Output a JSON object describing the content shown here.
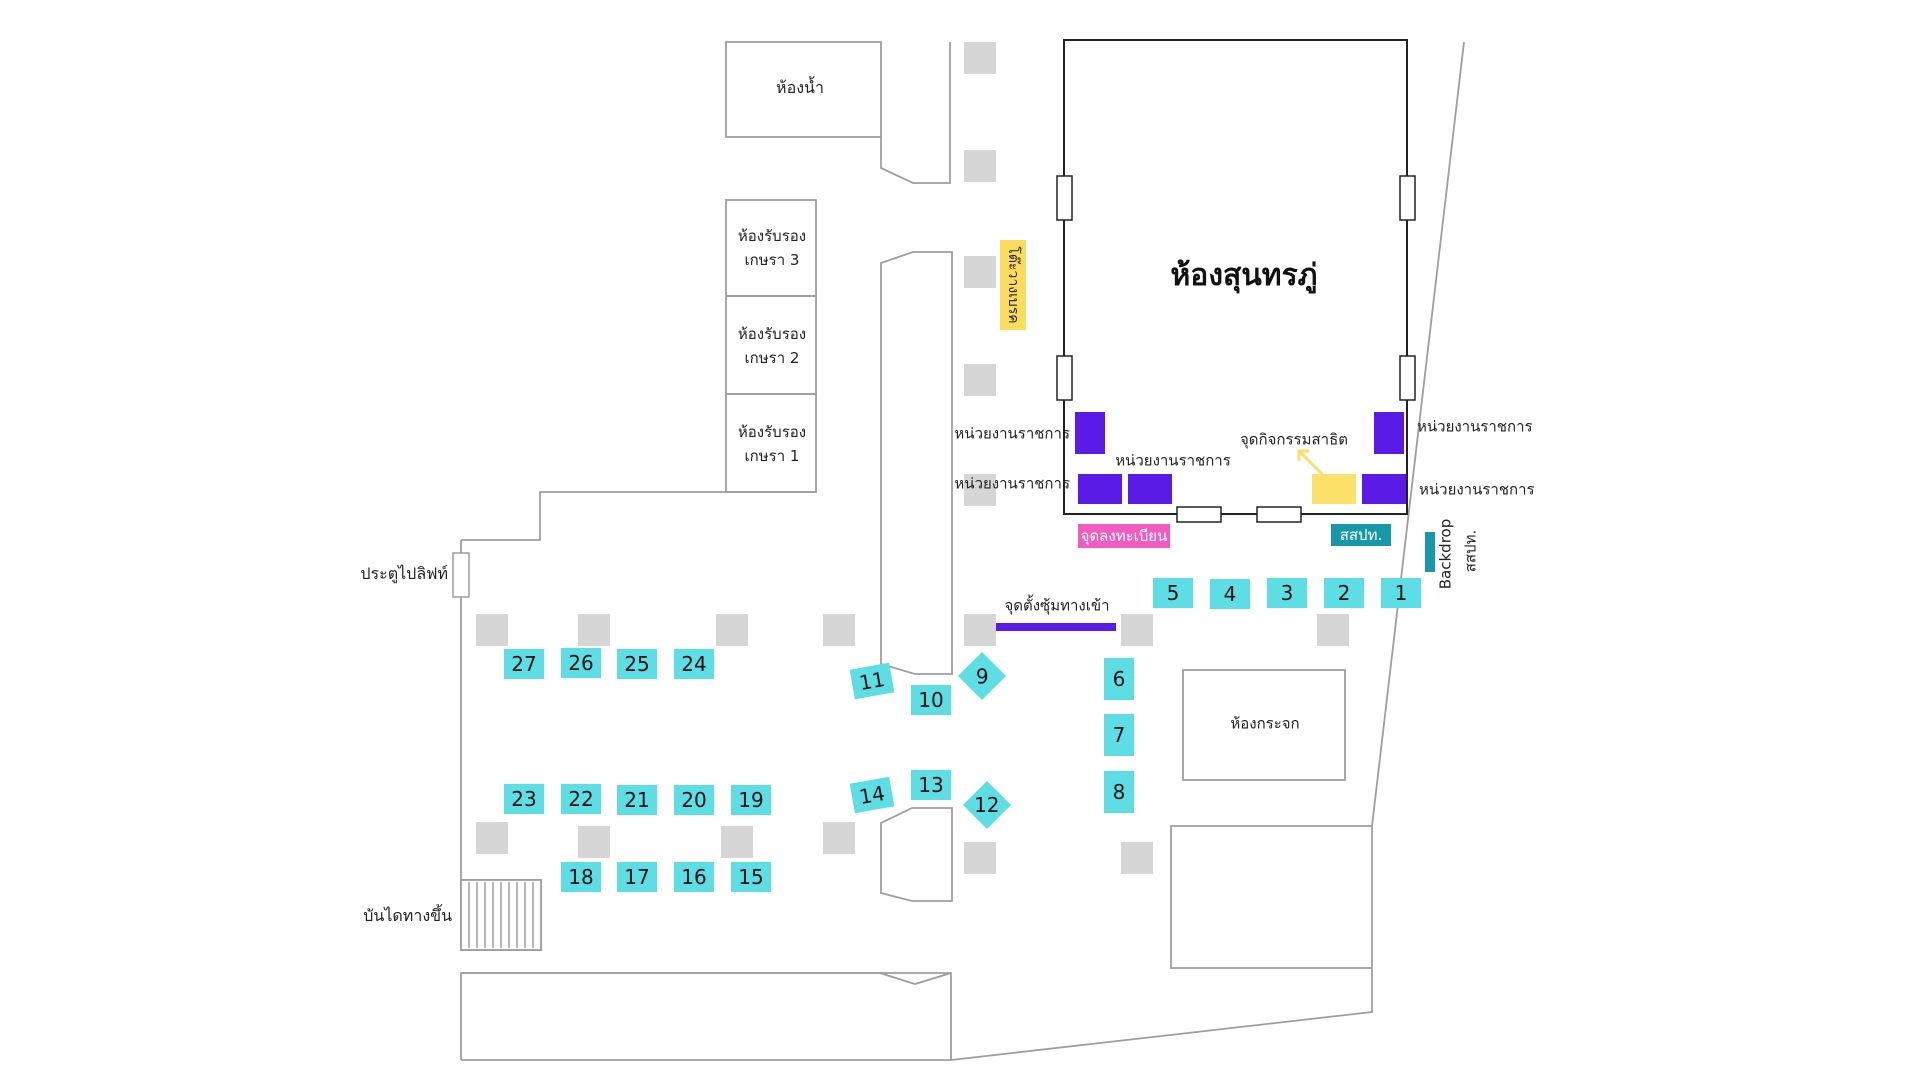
{
  "map": {
    "main_hall": "ห้องสุนทรภู่",
    "restroom": "ห้องน้ำ",
    "reception_rooms": [
      "ห้องรับรอง\nเกษรา 3",
      "ห้องรับรอง\nเกษรา 2",
      "ห้องรับรอง\nเกษรา 1"
    ],
    "glass_room": "ห้องกระจก",
    "break_table": "โต๊ะวางเบรค",
    "lift_door": "ประตูไปลิฟท์",
    "stairs_up": "บันไดทางขึ้น",
    "entrance_arch": "จุดตั้งซุ้มทางเข้า",
    "registration": "จุดลงทะเบียน",
    "demo_point": "จุดกิจกรรมสาธิต",
    "sponsor_tag": "สสปท.",
    "backdrop": "Backdrop",
    "backdrop_org": "สสปท.",
    "gov_labels": {
      "left_top": "หน่วยงานราชการ",
      "left_bottom": "หน่วยงานราชการ",
      "center": "หน่วยงานราชการ",
      "right_top": "หน่วยงานราชการ",
      "right_bottom": "หน่วยงานราชการ"
    },
    "booths": [
      "1",
      "2",
      "3",
      "4",
      "5",
      "6",
      "7",
      "8",
      "9",
      "10",
      "11",
      "12",
      "13",
      "14",
      "15",
      "16",
      "17",
      "18",
      "19",
      "20",
      "21",
      "22",
      "23",
      "24",
      "25",
      "26",
      "27"
    ],
    "colors": {
      "booth": "#5ddde4",
      "government": "#5b1be6",
      "break_table": "#fcdc5c",
      "demo": "#fce06a",
      "registration": "#f25cc0",
      "sponsor": "#1798a8",
      "pillar": "#d6d6d6",
      "wall": "#9e9e9e"
    }
  }
}
